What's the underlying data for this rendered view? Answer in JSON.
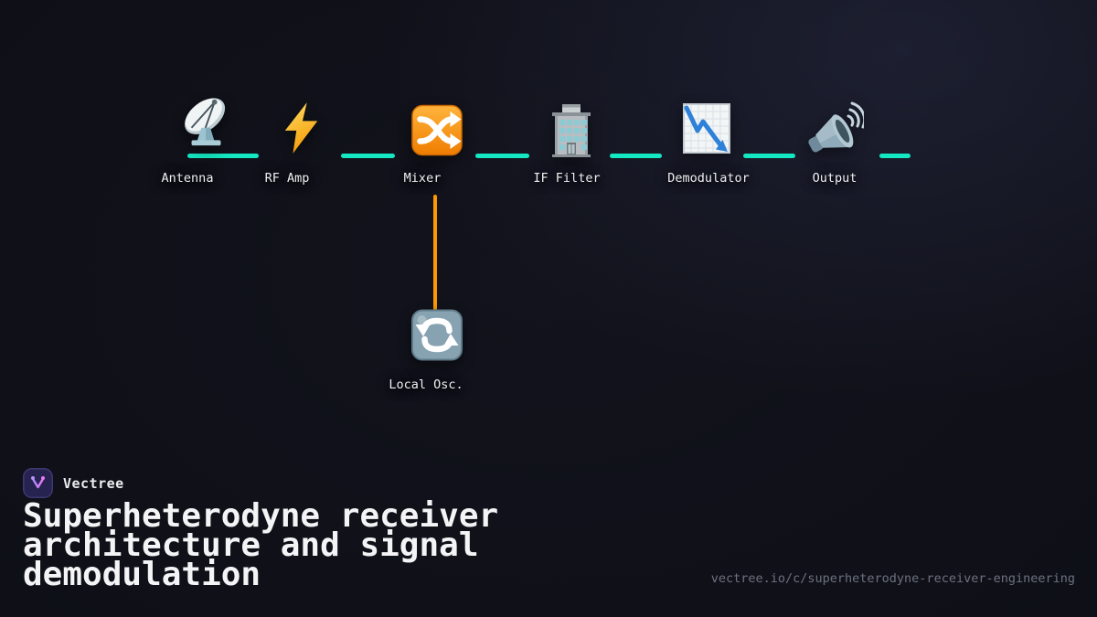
{
  "brand": {
    "name": "Vectree",
    "logo_icon": "vectree-logo-icon"
  },
  "footer": {
    "title": "Superheterodyne receiver architecture and signal demodulation",
    "url": "vectree.io/c/superheterodyne-receiver-engineering"
  },
  "diagram": {
    "edge_color": "#14e8c2",
    "oscillator_edge_color": "#ff9800",
    "nodes": [
      {
        "id": "antenna",
        "label": "Antenna",
        "icon": "satellite-antenna-icon"
      },
      {
        "id": "rf-amp",
        "label": "RF Amp",
        "icon": "lightning-bolt-icon"
      },
      {
        "id": "mixer",
        "label": "Mixer",
        "icon": "shuffle-arrows-icon"
      },
      {
        "id": "if-filter",
        "label": "IF Filter",
        "icon": "office-building-icon"
      },
      {
        "id": "demodulator",
        "label": "Demodulator",
        "icon": "chart-decreasing-icon"
      },
      {
        "id": "output",
        "label": "Output",
        "icon": "loudspeaker-icon"
      },
      {
        "id": "local-osc",
        "label": "Local Osc.",
        "icon": "counterclockwise-arrows-icon"
      }
    ],
    "edges": [
      {
        "from": "antenna",
        "to": "rf-amp"
      },
      {
        "from": "rf-amp",
        "to": "mixer"
      },
      {
        "from": "mixer",
        "to": "if-filter"
      },
      {
        "from": "if-filter",
        "to": "demodulator"
      },
      {
        "from": "demodulator",
        "to": "output"
      },
      {
        "from": "local-osc",
        "to": "mixer",
        "color": "#ff9800"
      }
    ]
  }
}
